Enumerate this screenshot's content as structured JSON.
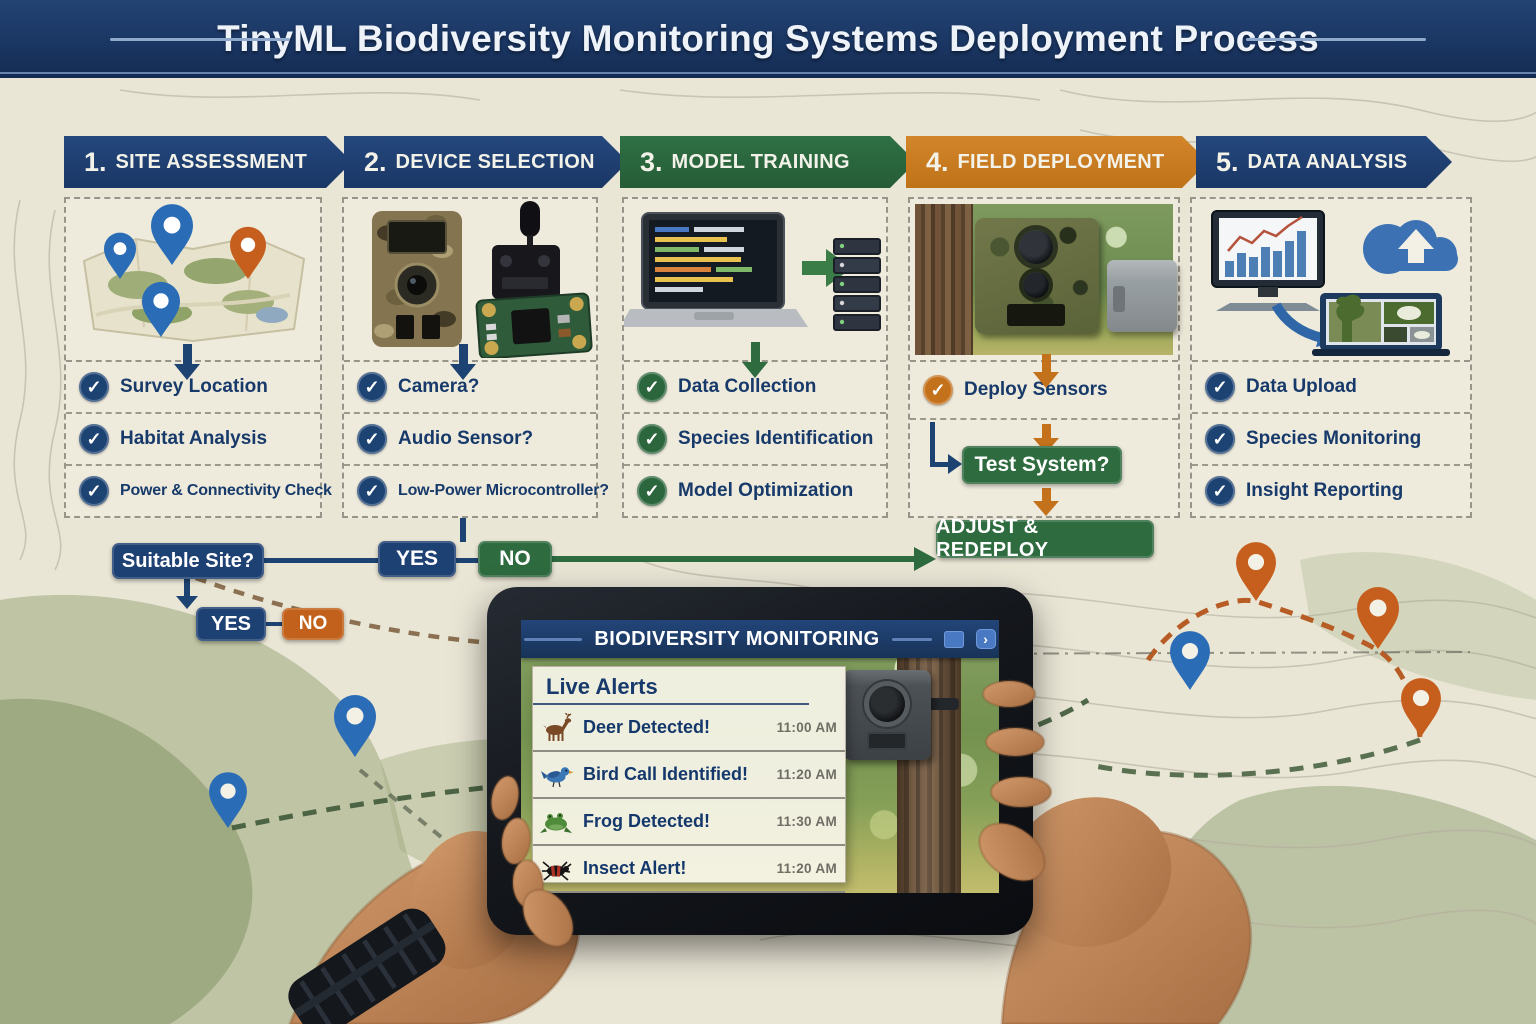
{
  "title": "TinyML Biodiversity Monitoring Systems Deployment Process",
  "steps": [
    {
      "number": "1.",
      "label": "SITE ASSESSMENT"
    },
    {
      "number": "2.",
      "label": "DEVICE SELECTION"
    },
    {
      "number": "3.",
      "label": "MODEL TRAINING"
    },
    {
      "number": "4.",
      "label": "FIELD DEPLOYMENT"
    },
    {
      "number": "5.",
      "label": "DATA ANALYSIS"
    }
  ],
  "columns": [
    {
      "image": "map-with-pins",
      "checklist": [
        "Survey Location",
        "Habitat Analysis",
        "Power & Connectivity Check"
      ]
    },
    {
      "image": "sensor-devices",
      "checklist": [
        "Camera?",
        "Audio Sensor?",
        "Low-Power Microcontroller?"
      ]
    },
    {
      "image": "laptop-to-server",
      "checklist": [
        "Data Collection",
        "Species Identification",
        "Model Optimization"
      ]
    },
    {
      "image": "trail-camera-photo",
      "checklist": [
        "Deploy Sensors"
      ]
    },
    {
      "image": "dashboard-cloud-laptop",
      "checklist": [
        "Data Upload",
        "Species Monitoring",
        "Insight Reporting"
      ]
    }
  ],
  "flow": {
    "suitable_site": "Suitable Site?",
    "site_yes": "YES",
    "site_no": "NO",
    "device_yes": "YES",
    "device_no": "NO",
    "test_system": "Test System?",
    "adjust_redeploy": "ADJUST & REDEPLOY"
  },
  "tablet": {
    "app_title": "BIODIVERSITY MONITORING",
    "alerts_title": "Live Alerts",
    "alerts": [
      {
        "icon": "deer-icon",
        "label": "Deer Detected!",
        "time": "11:00 AM"
      },
      {
        "icon": "bird-icon",
        "label": "Bird Call Identified!",
        "time": "11:20 AM"
      },
      {
        "icon": "frog-icon",
        "label": "Frog Detected!",
        "time": "11:30 AM"
      },
      {
        "icon": "insect-icon",
        "label": "Insect Alert!",
        "time": "11:20 AM"
      }
    ]
  },
  "glyphs": {
    "check": "✓",
    "forward": "›"
  },
  "colors": {
    "navy": "#1e3a6b",
    "green": "#2e6b3f",
    "orange": "#c87c1e",
    "orange_no": "#c2611c",
    "parchment": "#eae6d6",
    "text_navy": "#173a6a",
    "pin_blue": "#2a6cb5",
    "pin_orange": "#c65f1e"
  }
}
